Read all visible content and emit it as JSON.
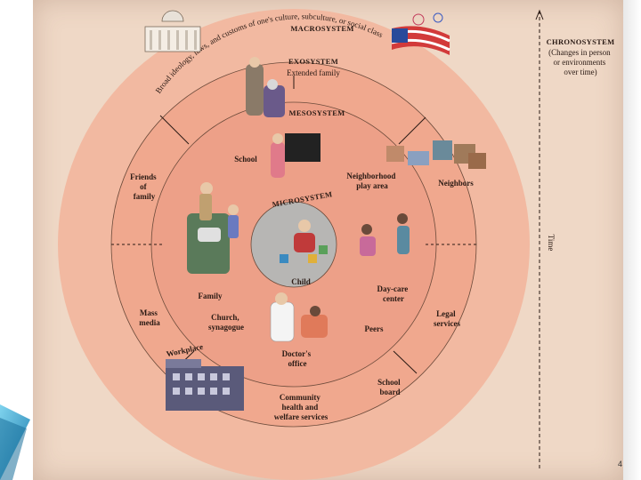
{
  "diagram": {
    "macrosystem": "MACROSYSTEM",
    "macro_arc": "Broad ideology, laws, and customs of one's culture, subculture, or social class",
    "exosystem": "EXOSYSTEM",
    "exosystem_sub": "Extended family",
    "mesosystem": "MESOSYSTEM",
    "microsystem": "MICROSYSTEM",
    "chronosystem": {
      "title": "CHRONOSYSTEM",
      "lines": [
        "(Changes in person",
        "or environments",
        "over time)"
      ]
    },
    "time_label": "Time",
    "labels": {
      "school": "School",
      "neighborhood_play": [
        "Neighborhood",
        "play area"
      ],
      "neighbors": "Neighbors",
      "friends": [
        "Friends",
        "of",
        "family"
      ],
      "child": "Child",
      "family": "Family",
      "day_care": [
        "Day-care",
        "center"
      ],
      "mass_media": [
        "Mass",
        "media"
      ],
      "church": [
        "Church,",
        "synagogue"
      ],
      "legal": [
        "Legal",
        "services"
      ],
      "peers": "Peers",
      "workplace": "Workplace",
      "doctor": [
        "Doctor's",
        "office"
      ],
      "school_board": [
        "School",
        "board"
      ],
      "community": [
        "Community",
        "health and",
        "welfare services"
      ]
    }
  },
  "slide": {
    "page_number": "4"
  },
  "colors": {
    "outer": "#f2b9a1",
    "middle": "#f0a88e",
    "inner": "#eda088",
    "center": "#b7b6b4",
    "accent": "#36a6cf"
  }
}
